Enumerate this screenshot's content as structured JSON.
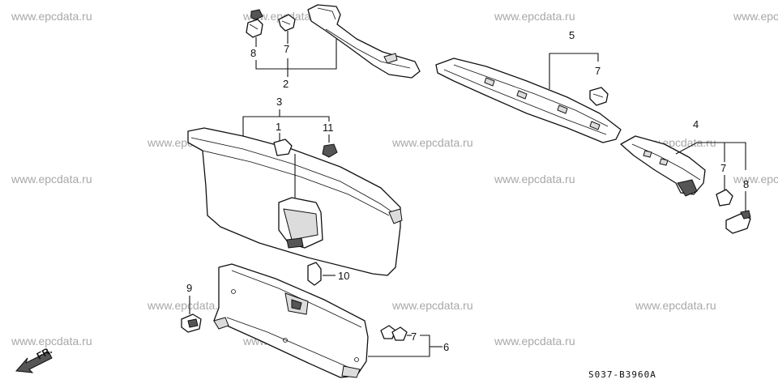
{
  "watermark": "www.epcdata.ru",
  "callouts": {
    "c1": "1",
    "c2": "2",
    "c3": "3",
    "c4": "4",
    "c5": "5",
    "c6": "6",
    "c7a": "7",
    "c7b": "7",
    "c7c": "7",
    "c7d": "7",
    "c8a": "8",
    "c8b": "8",
    "c9": "9",
    "c10": "10",
    "c11": "11"
  },
  "diagram_code": "S037-B3960A",
  "front_label": "FR."
}
